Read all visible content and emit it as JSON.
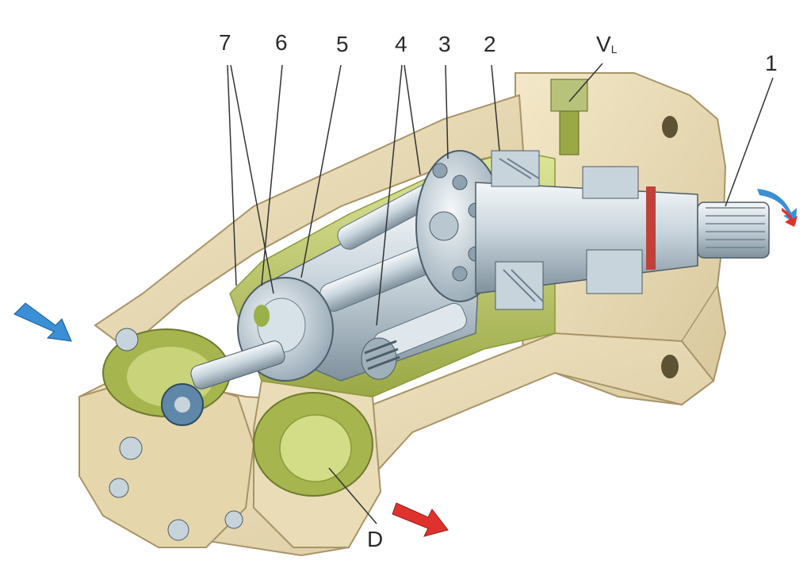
{
  "labels": {
    "l7": "7",
    "l6": "6",
    "l5": "5",
    "l4": "4",
    "l3": "3",
    "l2": "2",
    "vl_main": "V",
    "vl_sub": "L",
    "l1": "1",
    "lD": "D"
  },
  "colors": {
    "housing": "#eadcb6",
    "housing_shadow": "#c9b88e",
    "housing_dark": "#a89468",
    "cavity_green": "#c3cf6e",
    "cavity_dark": "#8c9a3a",
    "steel": "#c8d4dc",
    "steel_light": "#eef3f6",
    "steel_dark": "#6f8290",
    "inlet_arrow": "#3a8fd6",
    "outlet_arrow": "#e0322c",
    "rotation_blue": "#3a8fd6",
    "rotation_red": "#e0322c",
    "leader": "#333333"
  }
}
